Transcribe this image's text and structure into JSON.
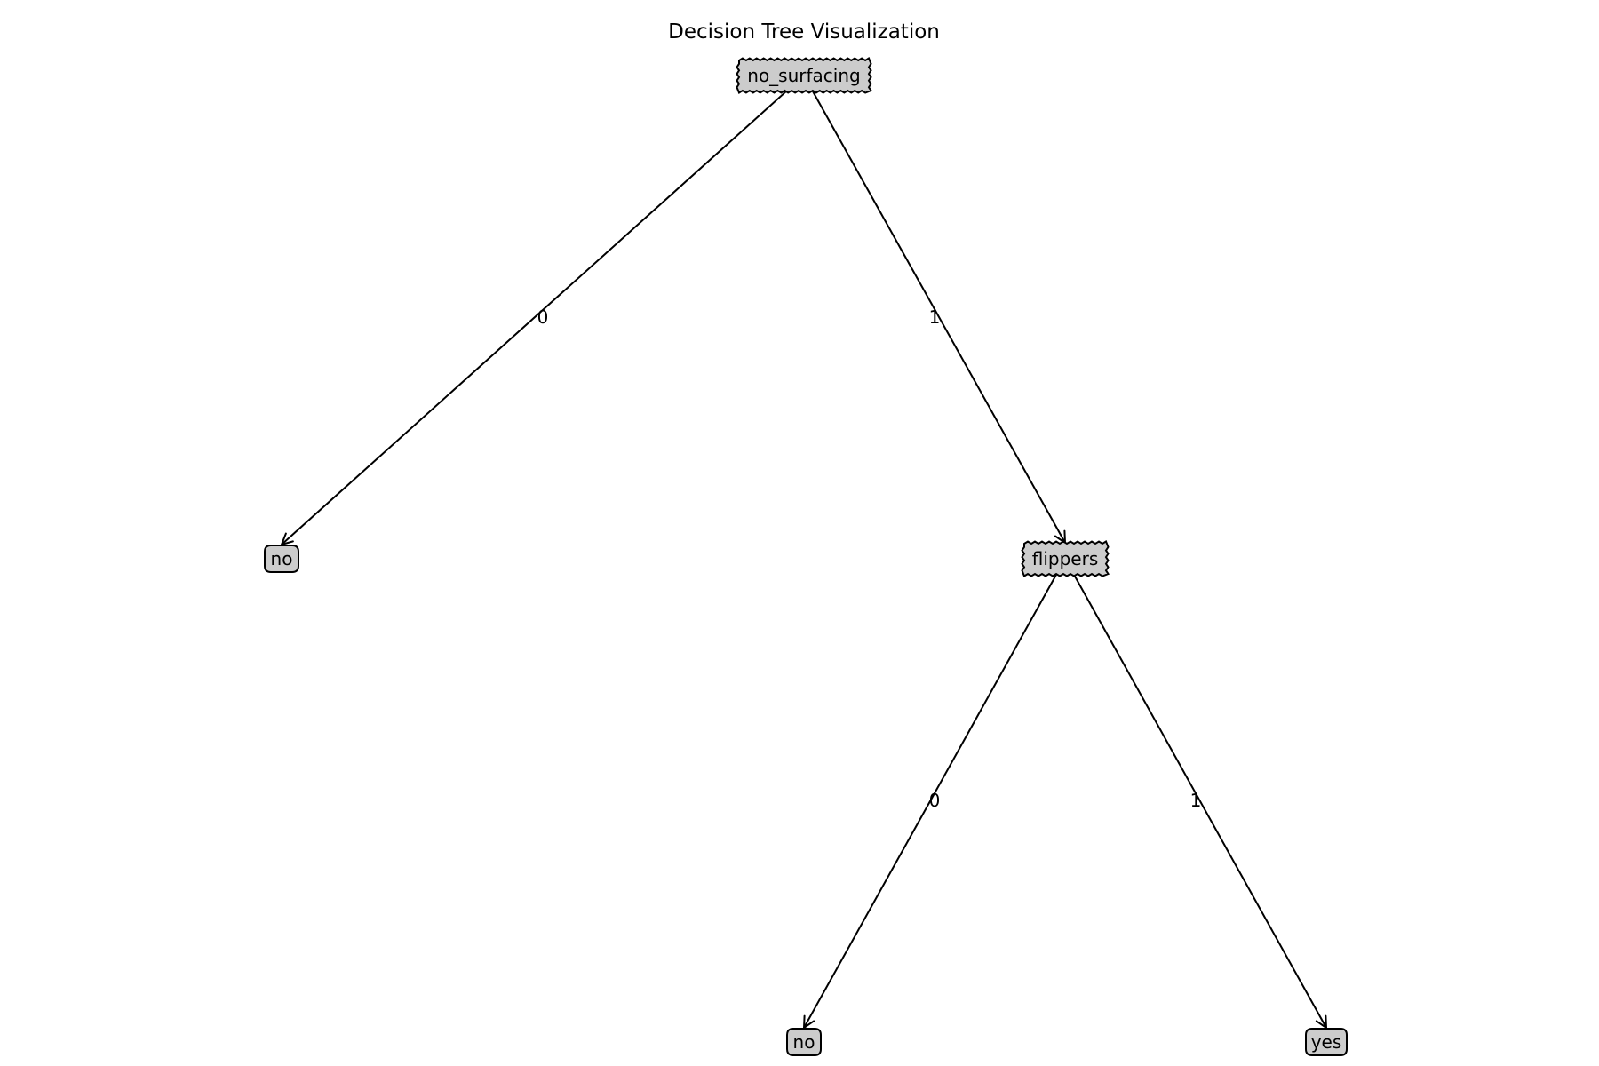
{
  "title": "Decision Tree Visualization",
  "nodes": [
    {
      "id": "root",
      "label": "no_surfacing",
      "kind": "decision"
    },
    {
      "id": "leaf_no_1",
      "label": "no",
      "kind": "leaf"
    },
    {
      "id": "flippers",
      "label": "flippers",
      "kind": "decision"
    },
    {
      "id": "leaf_no_2",
      "label": "no",
      "kind": "leaf"
    },
    {
      "id": "leaf_yes",
      "label": "yes",
      "kind": "leaf"
    }
  ],
  "edges": [
    {
      "from": "root",
      "to": "leaf_no_1",
      "label": "0"
    },
    {
      "from": "root",
      "to": "flippers",
      "label": "1"
    },
    {
      "from": "flippers",
      "to": "leaf_no_2",
      "label": "0"
    },
    {
      "from": "flippers",
      "to": "leaf_yes",
      "label": "1"
    }
  ],
  "colors": {
    "node_fill": "#cccccc",
    "stroke": "#000000",
    "background": "#ffffff"
  }
}
